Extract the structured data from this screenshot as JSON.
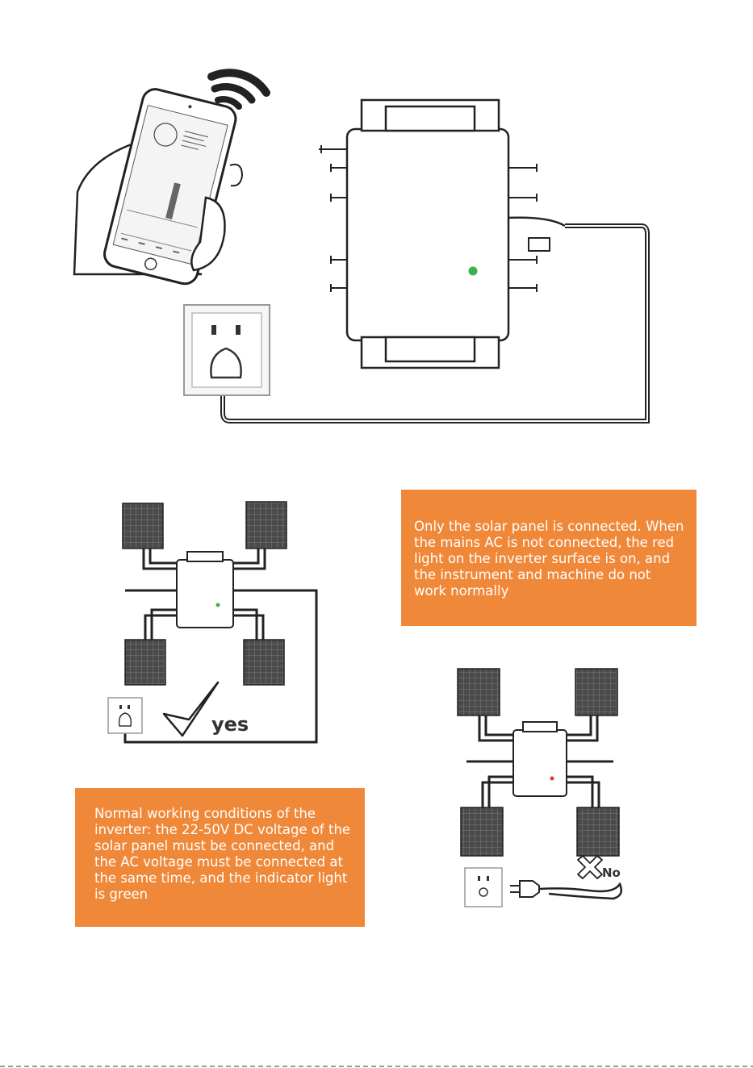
{
  "notes": {
    "no_mains": "Only the solar panel is connected. When\nthe mains AC is not connected, the red\nlight on the inverter surface is on, and\nthe instrument and machine do not\nwork normally",
    "normal": "Normal working conditions of the\ninverter: the 22-50V DC voltage of the\nsolar panel must be connected, and\nthe AC voltage must be connected at\nthe same time, and the indicator light\n is green"
  },
  "labels": {
    "yes": "yes",
    "no": "No"
  },
  "icons": [
    "wifi-icon",
    "smartphone-icon",
    "check-mark-icon",
    "cross-mark-icon",
    "wall-socket-icon",
    "plug-icon"
  ],
  "colors": {
    "note_bg": "#f0883a",
    "led_green": "#3cb04a",
    "led_red": "#e23a2a",
    "line": "#222222"
  }
}
